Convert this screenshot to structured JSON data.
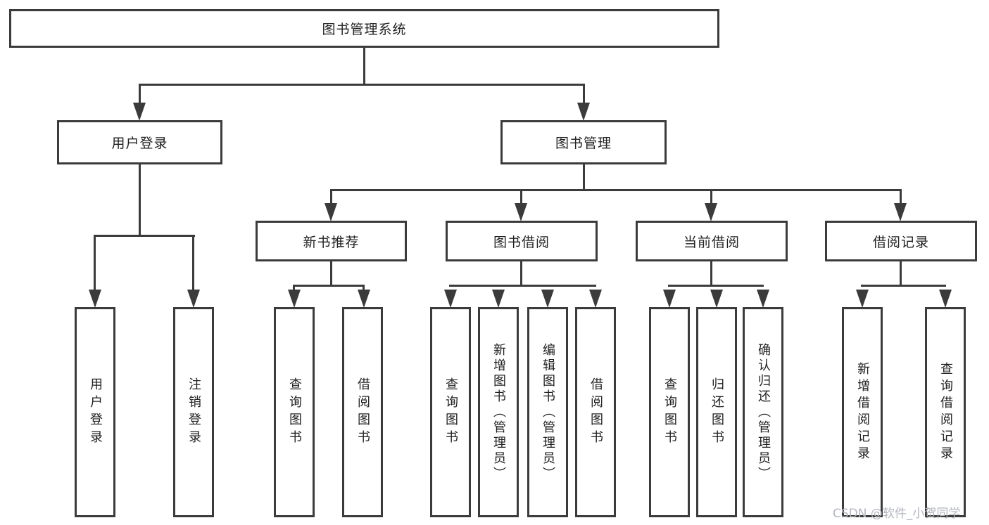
{
  "root": {
    "label": "图书管理系统"
  },
  "login": {
    "label": "用户登录",
    "children": [
      {
        "label": "用户登录"
      },
      {
        "label": "注销登录"
      }
    ]
  },
  "mgmt": {
    "label": "图书管理",
    "sections": [
      {
        "label": "新书推荐",
        "children": [
          {
            "label": "查询图书"
          },
          {
            "label": "借阅图书"
          }
        ]
      },
      {
        "label": "图书借阅",
        "children": [
          {
            "label": "查询图书"
          },
          {
            "label": "新增图书（管理员）"
          },
          {
            "label": "编辑图书（管理员）"
          },
          {
            "label": "借阅图书"
          }
        ]
      },
      {
        "label": "当前借阅",
        "children": [
          {
            "label": "查询图书"
          },
          {
            "label": "归还图书"
          },
          {
            "label": "确认归还（管理员）"
          }
        ]
      },
      {
        "label": "借阅记录",
        "children": [
          {
            "label": "新增借阅记录"
          },
          {
            "label": "查询借阅记录"
          }
        ]
      }
    ]
  },
  "watermark": "CSDN @软件_小贺同学",
  "colors": {
    "line": "#3b3b3b",
    "text": "#212121",
    "watermark": "#b2b6be"
  }
}
